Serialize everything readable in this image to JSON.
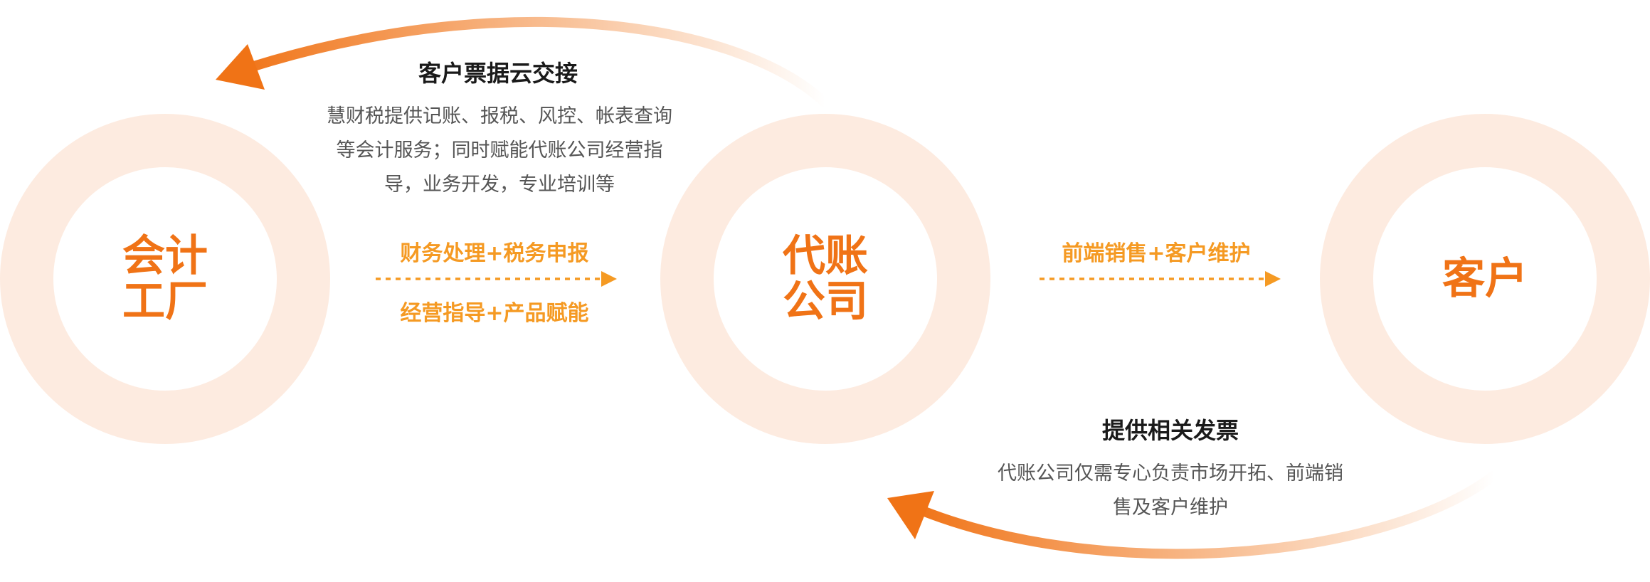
{
  "nodes": {
    "factory": {
      "label": "会计工厂"
    },
    "agency": {
      "label": "代账公司"
    },
    "customer": {
      "label": "客户"
    }
  },
  "flow_left": {
    "top": "财务处理+税务申报",
    "bottom": "经营指导+产品赋能"
  },
  "flow_right": {
    "top": "前端销售+客户维护"
  },
  "top_section": {
    "title": "客户票据云交接",
    "description": "慧财税提供记账、报税、风控、帐表查询等会计服务；同时赋能代账公司经营指导，业务开发，专业培训等"
  },
  "bottom_section": {
    "title": "提供相关发票",
    "description": "代账公司仅需专心负责市场开拓、前端销售及客户维护"
  },
  "colors": {
    "accent": "#f07316",
    "flow_text": "#f59a23",
    "ring": "#fdebe0",
    "title": "#1a1a1a",
    "body_text": "#555555"
  }
}
